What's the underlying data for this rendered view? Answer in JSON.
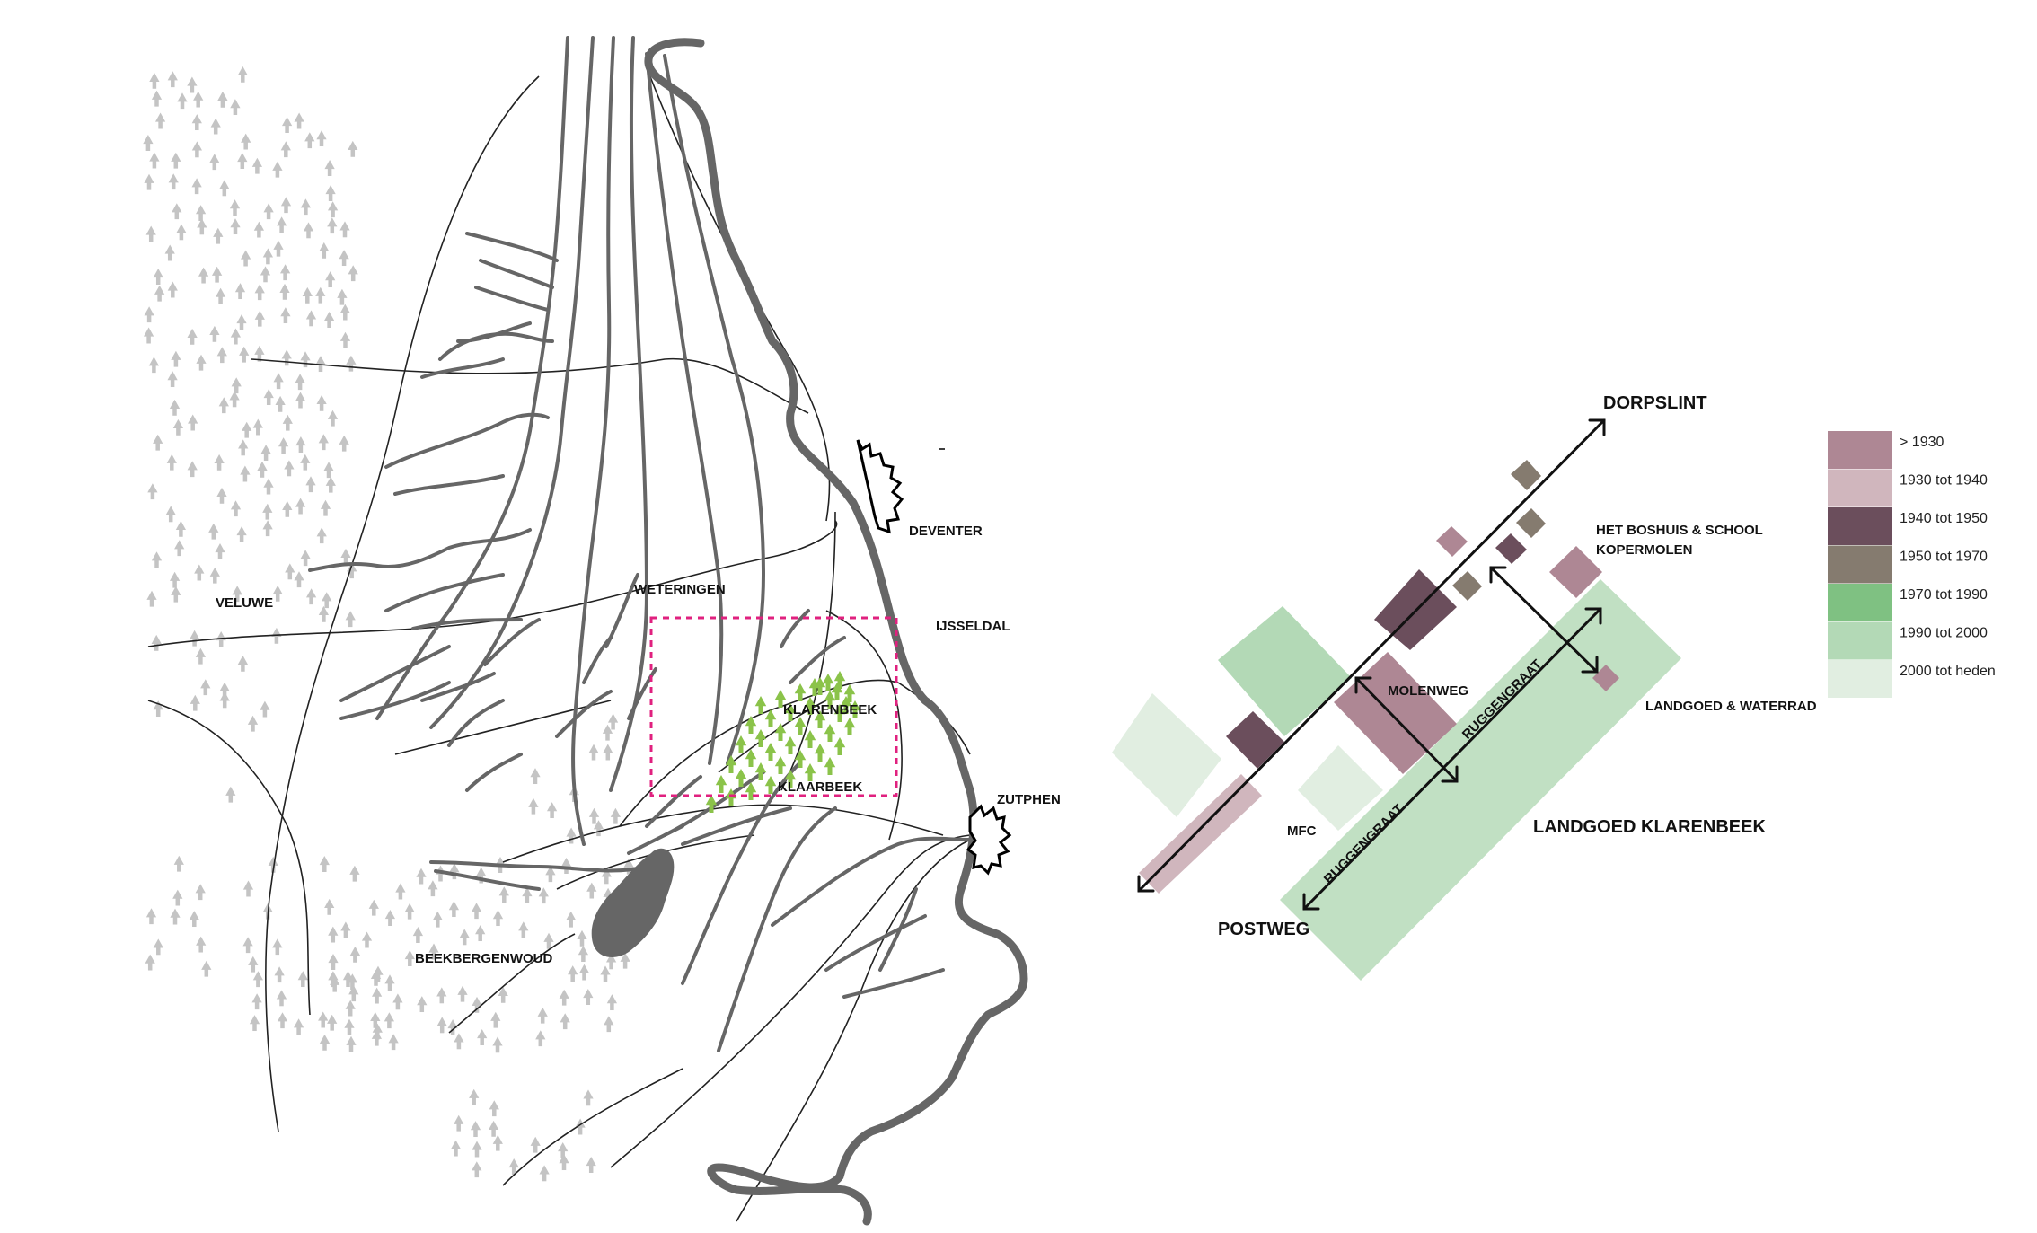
{
  "regional_map": {
    "labels": {
      "veluwe": "VELUWE",
      "weteringen": "WETERINGEN",
      "deventer": "DEVENTER",
      "ijsseldal": "IJSSELDAL",
      "klarenbeek": "KLARENBEEK",
      "klaarbeek": "KLAARBEEK",
      "zutphen": "ZUTPHEN",
      "beekbergenwoud": "BEEKBERGENWOUD"
    },
    "colors": {
      "streams": "#666666",
      "river": "#666666",
      "roads": "#222222",
      "forest_trees": "#c4c4c4",
      "klarenbeek_trees": "#8bc34a",
      "study_area_frame": "#e0217f",
      "lake": "#666666"
    },
    "icons": {
      "city_symbol": "city-skyline-icon",
      "tree_symbol": "tree-icon"
    }
  },
  "village_diagram": {
    "labels": {
      "dorpslint": "DORPSLINT",
      "postweg": "POSTWEG",
      "het_boshuis": "HET BOSHUIS & SCHOOL",
      "kopermolen": "KOPERMOLEN",
      "molenweg": "MOLENWEG",
      "mfc": "MFC",
      "ruggengraat_1": "RUGGENGRAAT",
      "ruggengraat_2": "RUGGENGRAAT",
      "landgoed_waterrad": "LANDGOED & WATERRAD",
      "landgoed_klarenbeek": "LANDGOED KLARENBEEK"
    },
    "legend": [
      {
        "label": "> 1930",
        "color": "#ae8794"
      },
      {
        "label": "1930 tot 1940",
        "color": "#d0b6bd"
      },
      {
        "label": "1940 tot 1950",
        "color": "#6b4e5c"
      },
      {
        "label": "1950 tot 1970",
        "color": "#857b6f"
      },
      {
        "label": "1970 tot 1990",
        "color": "#7fc182"
      },
      {
        "label": "1990 tot 2000",
        "color": "#b3d9b6"
      },
      {
        "label": "2000 tot heden",
        "color": "#e1eee1"
      }
    ]
  }
}
